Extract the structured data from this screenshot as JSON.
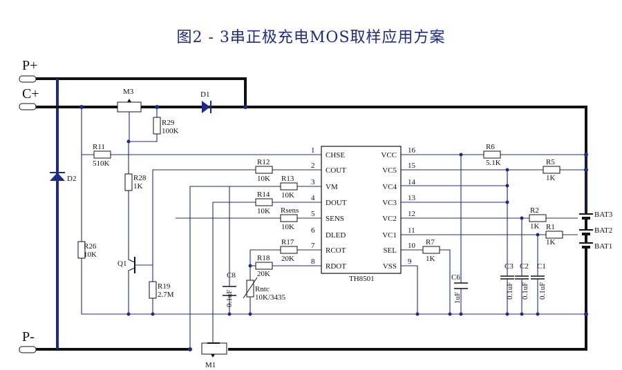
{
  "title": "图2 - 3串正极充电MOS取样应用方案",
  "terminals": {
    "p_plus": "P+",
    "c_plus": "C+",
    "p_minus": "P-"
  },
  "ic": {
    "name": "TH8501",
    "left_pins": [
      {
        "num": "1",
        "name": "CHSE"
      },
      {
        "num": "2",
        "name": "COUT"
      },
      {
        "num": "3",
        "name": "VM"
      },
      {
        "num": "4",
        "name": "DOUT"
      },
      {
        "num": "5",
        "name": "SENS"
      },
      {
        "num": "6",
        "name": "DLED"
      },
      {
        "num": "7",
        "name": "RCOT"
      },
      {
        "num": "8",
        "name": "RDOT"
      }
    ],
    "right_pins": [
      {
        "num": "16",
        "name": "VCC"
      },
      {
        "num": "15",
        "name": "VC5"
      },
      {
        "num": "14",
        "name": "VC4"
      },
      {
        "num": "13",
        "name": "VC3"
      },
      {
        "num": "12",
        "name": "VC2"
      },
      {
        "num": "11",
        "name": "VC1"
      },
      {
        "num": "10",
        "name": "SEL"
      },
      {
        "num": "9",
        "name": "VSS"
      }
    ]
  },
  "components": {
    "m3": "M3",
    "d1": "D1",
    "d2": "D2",
    "q1": "Q1",
    "m1": "M1",
    "r29": "R29",
    "r29v": "100K",
    "r11": "R11",
    "r11v": "510K",
    "r28": "R28",
    "r28v": "1K",
    "r26": "R26",
    "r26v": "10K",
    "r19": "R19",
    "r19v": "2.7M",
    "r12": "R12",
    "r12v": "10K",
    "r13": "R13",
    "r13v": "10K",
    "r14": "R14",
    "r14v": "10K",
    "rsens": "Rsens",
    "rsensv": "10K",
    "r17": "R17",
    "r17v": "20K",
    "r18": "R18",
    "r18v": "20K",
    "rntc": "Rntc",
    "rntcv": "10K/3435",
    "c8": "C8",
    "c8v": "0.1uF",
    "c6": "C6",
    "c6v": "1uF",
    "r7": "R7",
    "r7v": "1K",
    "r6": "R6",
    "r6v": "5.1K",
    "r5": "R5",
    "r5v": "1K",
    "r2": "R2",
    "r2v": "1K",
    "r1": "R1",
    "r1v": "1K",
    "c3": "C3",
    "c3v": "0.1uF",
    "c2": "C2",
    "c2v": "0.1uF",
    "c1": "C1",
    "c1v": "0.1uF",
    "bat3": "BAT3",
    "bat2": "BAT2",
    "bat1": "BAT1"
  }
}
